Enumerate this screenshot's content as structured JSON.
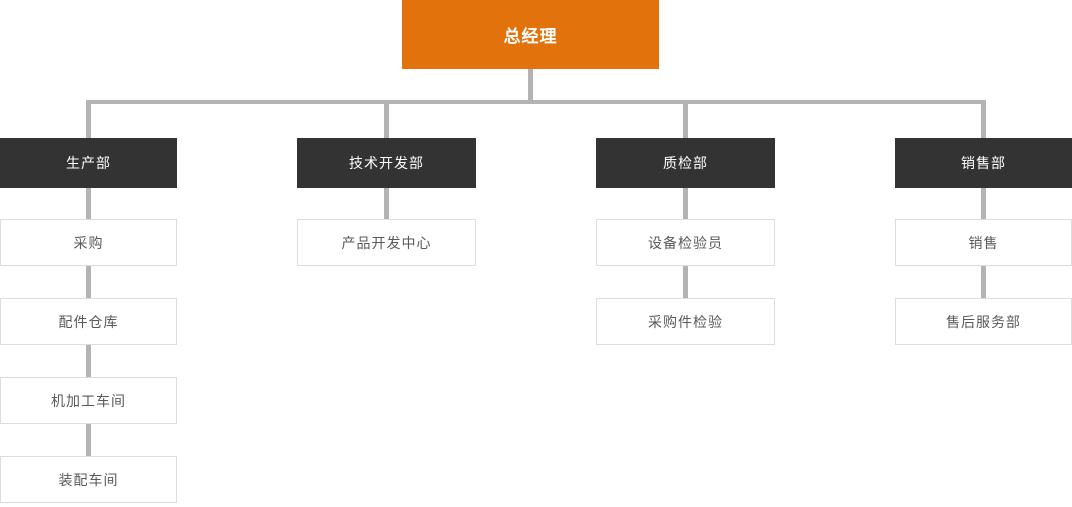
{
  "chart": {
    "type": "org-chart",
    "root": {
      "label": "总经理"
    },
    "departments": [
      {
        "label": "生产部",
        "children": [
          "采购",
          "配件仓库",
          "机加工车间",
          "装配车间"
        ]
      },
      {
        "label": "技术开发部",
        "children": [
          "产品开发中心"
        ]
      },
      {
        "label": "质检部",
        "children": [
          "设备检验员",
          "采购件检验"
        ]
      },
      {
        "label": "销售部",
        "children": [
          "销售",
          "售后服务部"
        ]
      }
    ],
    "colors": {
      "root_bg": "#e2720b",
      "root_text": "#ffffff",
      "dept_bg": "#333333",
      "dept_text": "#ffffff",
      "leaf_bg": "#ffffff",
      "leaf_border": "#dddddd",
      "leaf_text": "#595959",
      "connector": "#b3b3b3"
    }
  }
}
